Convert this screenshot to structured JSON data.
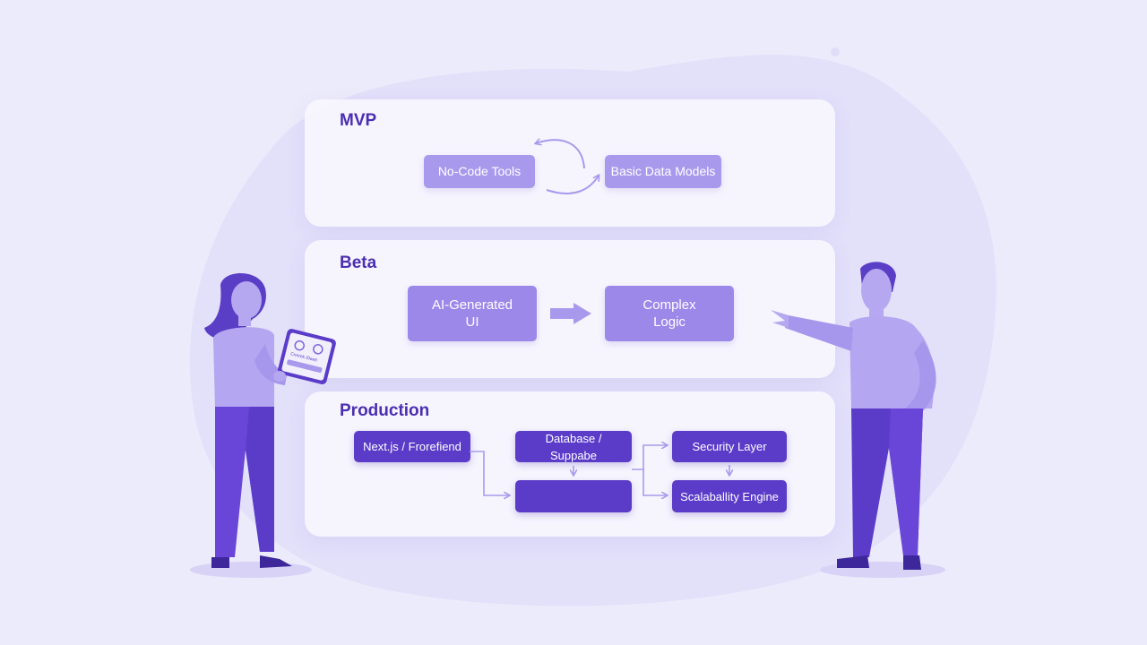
{
  "panels": {
    "mvp": {
      "title": "MVP",
      "nodes": [
        "No-Code Tools",
        "Basic Data Models"
      ]
    },
    "beta": {
      "title": "Beta",
      "nodes": [
        "AI-Generated\nUI",
        "Complex\nLogic"
      ]
    },
    "production": {
      "title": "Production",
      "nodes": [
        "Next.js / Frorefiend",
        "Database / Suppabe",
        "",
        "Security Layer",
        "Scalaballity Engine"
      ]
    }
  },
  "tablet": {
    "label": "Cnnrek iDaeti"
  },
  "colors": {
    "background": "#ecebfb",
    "panel": "#f7f6fe",
    "title": "#4b2fb0",
    "node_light": "#a999ec",
    "node_dark": "#5b3cc8",
    "connector": "#a999ec"
  }
}
